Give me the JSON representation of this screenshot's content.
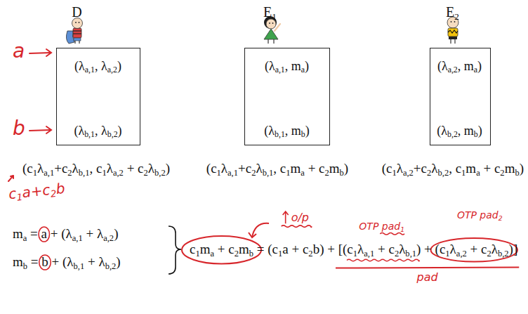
{
  "diagram": {
    "nodes": [
      {
        "text": [
          "D",
          "(λa,1, λa,2)",
          "(λb,1, λb,2)"
        ]
      },
      {
        "text": [
          "E1",
          "(λa,1, ma)",
          "(λb,1, mb)"
        ]
      },
      {
        "text": [
          "E2",
          "(λa,2, ma)",
          "(λb,2, mb)"
        ]
      }
    ],
    "labels": [
      "a",
      "b",
      "(c1λa,1+c2λb,1, c1λa,2 + c2λb,2)",
      "(c1λa,1+c2λb,1, c1ma + c2mb)",
      "(c1λa,2+c2λb,2, c1ma + c2mb)",
      "c1a+c2b",
      "ma = a + (λa,1 + λa,2)",
      "mb = b + (λb,1 + λb,2)",
      "c1ma + c2mb = (c1a + c2b) + [(c1λa,1 + c2λb,1) + (c1λa,2 + c2λb,2)]",
      "o/p",
      "OTP pad1",
      "OTP pad2",
      "pad"
    ]
  }
}
